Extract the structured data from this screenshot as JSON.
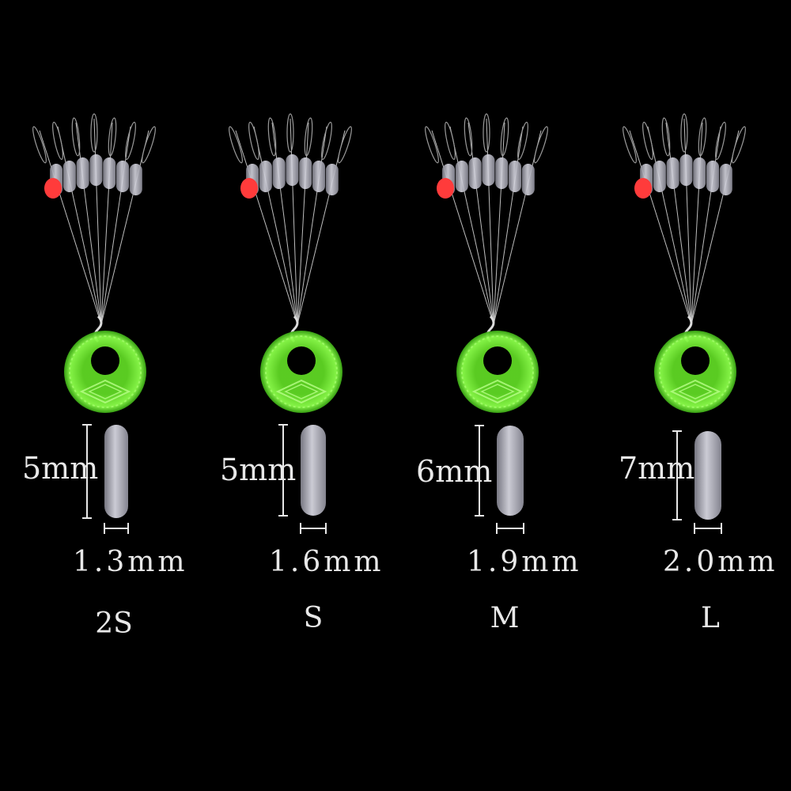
{
  "colors": {
    "background": "#000000",
    "ring": "#7CFC3C",
    "ring_dark": "#3fae1a",
    "bead_red": "#ff3b3b",
    "stopper": "#b9b9c4",
    "text": "#e8e8e8"
  },
  "products": [
    {
      "size_label": "2S",
      "length": "5mm",
      "diameter": "1.3mm"
    },
    {
      "size_label": "S",
      "length": "5mm",
      "diameter": "1.6mm"
    },
    {
      "size_label": "M",
      "length": "6mm",
      "diameter": "1.9mm"
    },
    {
      "size_label": "L",
      "length": "7mm",
      "diameter": "2.0mm"
    }
  ]
}
